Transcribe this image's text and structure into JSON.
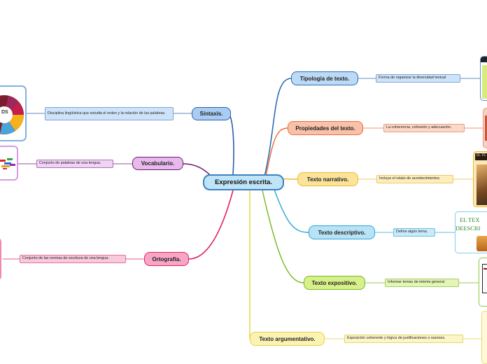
{
  "central": {
    "label": "Expresión escrita."
  },
  "branches": {
    "tipologia": {
      "label": "Tipología de texto.",
      "note": "Forma de organizar la diversidad textual"
    },
    "propiedades": {
      "label": "Propiedades del texto.",
      "note": "La coherencia, cohesión y adecuación."
    },
    "narrativo": {
      "label": "Texto narrativo.",
      "note": "Incluye el relato de acontecimientos."
    },
    "descriptivo": {
      "label": "Texto descriptivo.",
      "note": "Define algún tema."
    },
    "expositivo": {
      "label": "Texto expositivo.",
      "note": "Informar temas de interés general."
    },
    "argumentativo": {
      "label": "Texto argumentativo.",
      "note": "Exposición coherente y lógica de justificaciones o razones."
    },
    "sintaxis": {
      "label": "Sintaxis.",
      "note": "Disciplina lingüística que estudia el orden y la relación de las palabras."
    },
    "vocabulario": {
      "label": "Vocabulario.",
      "note": "Conjunto de palabras de una lengua."
    },
    "ortografia": {
      "label": "Ortografía.",
      "note": "Conjunto de las normas de escritura de una lengua."
    }
  },
  "images": {
    "sintaxis_thumb": {
      "text": "DS"
    },
    "descriptivo_thumb": {
      "line1": "EL TEX",
      "line2": "DEESCRI"
    },
    "narrativo_thumb": {
      "text": "EL TE"
    }
  },
  "colors": {
    "tipologia": "#2f6db3",
    "propiedades": "#ee6b3c",
    "narrativo": "#f2b632",
    "descriptivo": "#2fa6d6",
    "expositivo": "#77b824",
    "argumentativo": "#e6d33c",
    "sintaxis": "#2d5fa6",
    "vocabulario": "#6a1f6a",
    "ortografia": "#e0245e"
  }
}
